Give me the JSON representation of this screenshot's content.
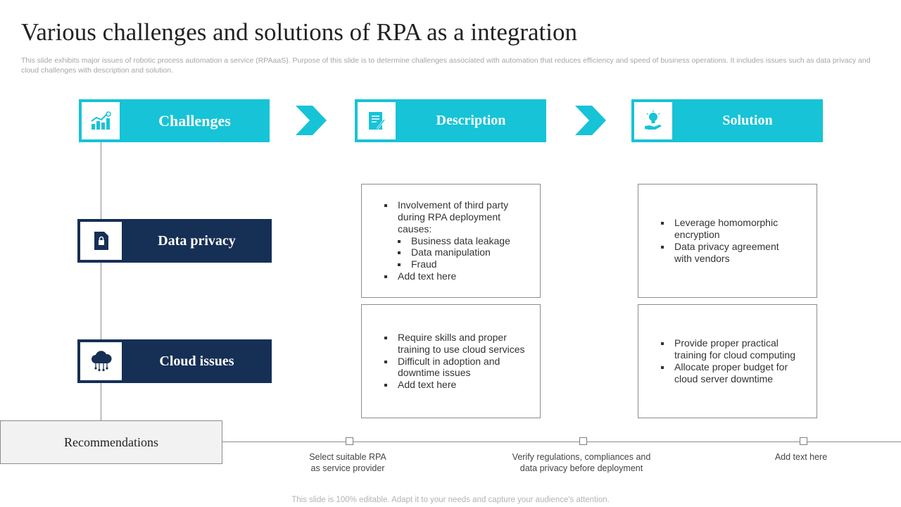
{
  "title": "Various challenges and solutions of RPA as a integration",
  "subtitle": "This slide exhibits major issues of robotic process automation a service (RPAaaS). Purpose of this slide is to determine challenges associated with automation that reduces efficiency and speed of business operations. It includes issues such as data privacy and cloud challenges with description and solution.",
  "colors": {
    "accent": "#17c3d6",
    "navy": "#162f55",
    "border": "#8c8c8c"
  },
  "headers": {
    "challenges": {
      "label": "Challenges",
      "icon": "growth-chart-icon"
    },
    "description": {
      "label": "Description",
      "icon": "document-pen-icon"
    },
    "solution": {
      "label": "Solution",
      "icon": "lightbulb-hand-icon"
    }
  },
  "rows": {
    "data_privacy": {
      "label": "Data privacy",
      "icon": "locked-file-icon",
      "description": {
        "item1": "Involvement of third party during RPA deployment causes:",
        "sub": [
          "Business data leakage",
          "Data manipulation",
          "Fraud"
        ],
        "item2": "Add text here"
      },
      "solution": [
        "Leverage homomorphic encryption",
        "Data privacy agreement with vendors"
      ]
    },
    "cloud_issues": {
      "label": "Cloud issues",
      "icon": "cloud-network-icon",
      "description": [
        "Require skills and proper training to use cloud services",
        "Difficult in adoption and downtime issues",
        "Add text here"
      ],
      "solution": [
        "Provide proper practical training for cloud computing",
        "Allocate proper budget for cloud server downtime"
      ]
    }
  },
  "recommendations": {
    "label": "Recommendations",
    "steps": [
      "Select suitable RPA\nas service provider",
      "Verify regulations, compliances and\ndata privacy before deployment",
      "Add text here"
    ]
  },
  "footer": "This slide is 100% editable. Adapt it to your needs and capture your audience's attention."
}
